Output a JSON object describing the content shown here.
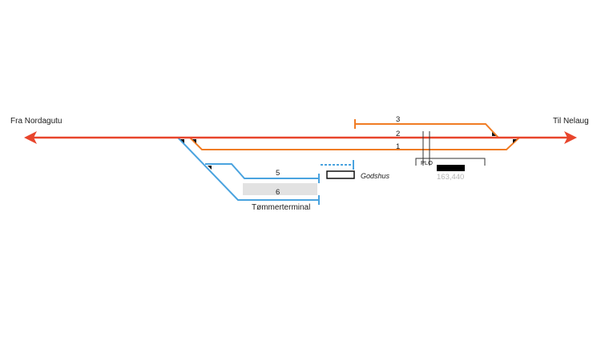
{
  "diagram": {
    "title": "Station track layout",
    "directions": {
      "left": "Fra Nordagutu",
      "right": "Til Nelaug"
    },
    "tracks": [
      {
        "id": "1",
        "label": "1"
      },
      {
        "id": "2",
        "label": "2"
      },
      {
        "id": "3",
        "label": "3"
      },
      {
        "id": "5",
        "label": "5"
      },
      {
        "id": "6",
        "label": "6"
      }
    ],
    "facilities": {
      "freight_house": "Godshus",
      "timber_terminal": "Tømmerterminal",
      "platform_label": "PLO",
      "km_marker": "163,440"
    },
    "colors": {
      "main_line": "#e8452c",
      "station_tracks": "#f07c24",
      "sidings": "#4aa3df",
      "platform_fill": "#e2e2e2",
      "km_text": "#b5b5b5",
      "outline": "#1a1a1a"
    }
  }
}
